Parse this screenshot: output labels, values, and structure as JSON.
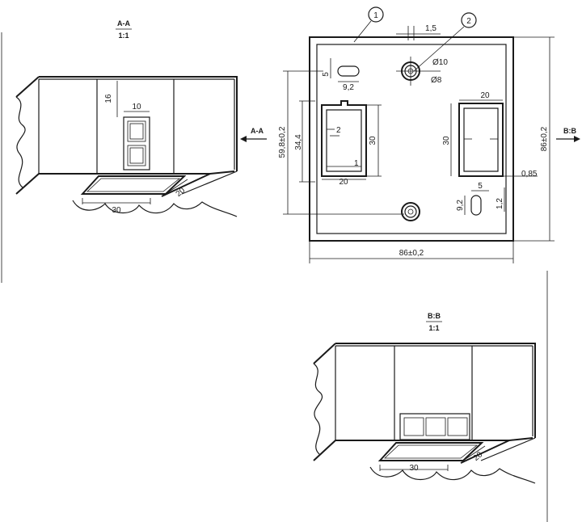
{
  "section_aa": {
    "title": "A-A",
    "scale": "1:1",
    "dim_height": "16",
    "dim_width": "10",
    "dim_base": "30",
    "dim_depth": "20"
  },
  "section_bb": {
    "title": "B:B",
    "scale": "1:1",
    "dim_base": "30",
    "dim_depth": "20"
  },
  "plan": {
    "marker_1": "1",
    "marker_2": "2",
    "dim_top": "1,5",
    "dim_outer_dia": "Ø10",
    "dim_inner_dia": "Ø8",
    "dim_slot_h": "5",
    "dim_slot_w": "9,2",
    "dim_left_rect_h": "59,8±0,2",
    "dim_left_inner": "34,4",
    "dim_left_box_h": "30",
    "dim_left_box_w": "20",
    "dim_left_2": "2",
    "dim_left_1": "1",
    "dim_right_box_w": "20",
    "dim_right_box_h": "30",
    "dim_085": "0,85",
    "dim_right_slot_w": "5",
    "dim_right_slot_h": "9,2",
    "dim_12": "1,2",
    "dim_total_h": "86±0,2",
    "dim_total_w": "86±0,2",
    "arrow_aa": "A-A",
    "arrow_bb": "B:B"
  }
}
